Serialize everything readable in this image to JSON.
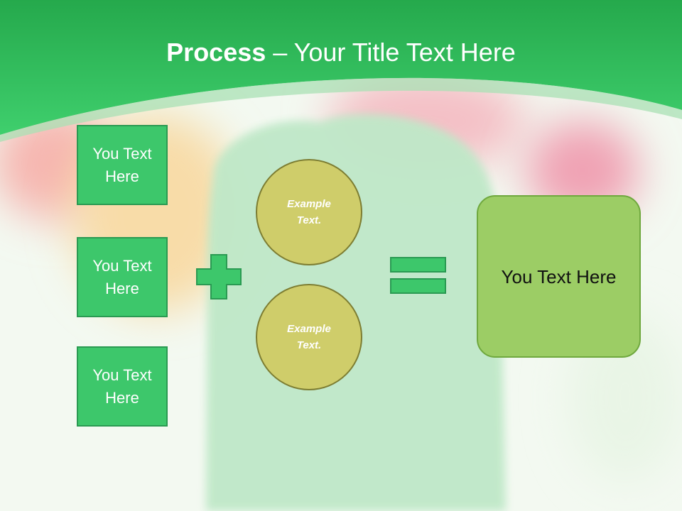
{
  "slide": {
    "title_bold": "Process",
    "title_rest": " – Your Title Text Here"
  },
  "inputs": [
    {
      "label": "You Text Here"
    },
    {
      "label": "You Text Here"
    },
    {
      "label": "You Text Here"
    }
  ],
  "circles": [
    {
      "label": "Example Text."
    },
    {
      "label": "Example Text."
    }
  ],
  "result": {
    "label": "You Text Here"
  },
  "operators": {
    "plus": "plus-icon",
    "equals": "equals-icon"
  },
  "colors": {
    "header_green": "#2fb65a",
    "box_green": "#3dc76b",
    "circle_olive": "#cfcd6a",
    "result_green": "#9ccd65"
  }
}
